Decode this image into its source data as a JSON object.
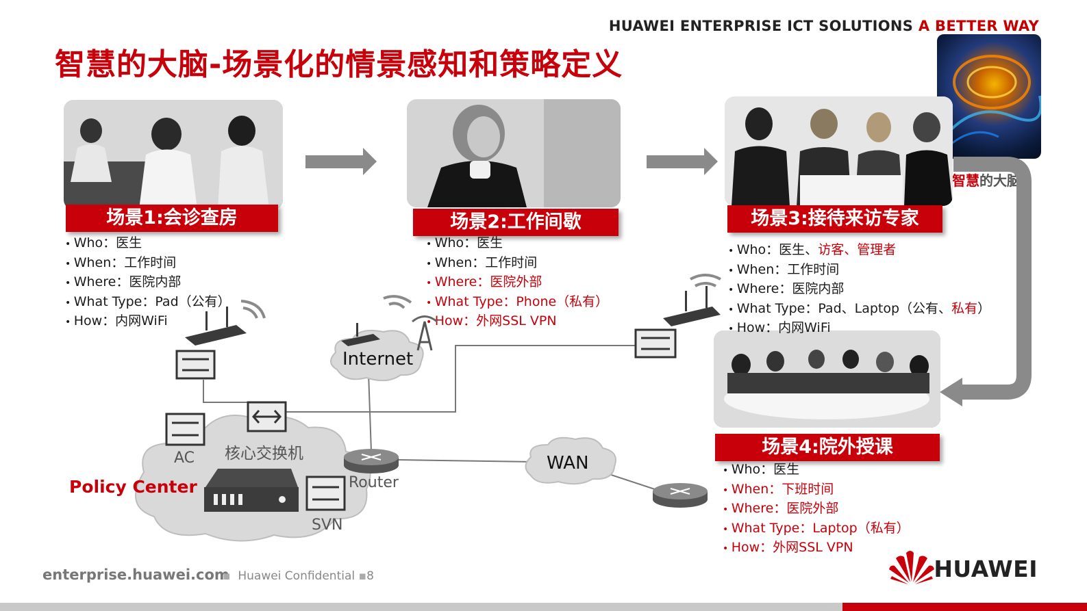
{
  "header": {
    "brand_main": "HUAWEI ENTERPRISE ICT SOLUTIONS",
    "brand_accent": "A BETTER WAY",
    "title": "智慧的大脑-场景化的情景感知和策略定义",
    "brain_caption_red": "智慧",
    "brain_caption_rest": "的大脑"
  },
  "scenes": [
    {
      "title": "场景1:会诊查房",
      "items": [
        "Who：医生",
        "When：工作时间",
        "Where：医院内部",
        "What Type：Pad（公有）",
        "How：内网WiFi"
      ],
      "highlight": [
        false,
        false,
        false,
        false,
        false
      ]
    },
    {
      "title": "场景2:工作间歇",
      "items": [
        "Who：医生",
        "When：工作时间",
        "Where：医院外部",
        "What Type：Phone（私有）",
        "How：外网SSL VPN"
      ],
      "highlight": [
        false,
        false,
        true,
        true,
        true
      ]
    },
    {
      "title": "场景3:接待来访专家",
      "items_who_prefix": "Who：医生、",
      "items_who_red": "访客、管理者",
      "items": [
        "When：工作时间",
        "Where：医院内部"
      ],
      "what_prefix": "What Type：Pad、Laptop（公有、",
      "what_red": "私有",
      "what_suffix": "）",
      "how": "How：内网WiFi"
    },
    {
      "title": "场景4:院外授课",
      "items": [
        "Who：医生",
        "When：下班时间",
        "Where：医院外部",
        "What Type：Laptop（私有）",
        "How：外网SSL VPN"
      ],
      "highlight": [
        false,
        true,
        true,
        true,
        true
      ]
    }
  ],
  "network": {
    "internet": "Internet",
    "wan": "WAN",
    "core_switch": "核心交换机",
    "ac": "AC",
    "router": "Router",
    "svn": "SVN",
    "policy_center": "Policy Center"
  },
  "footer": {
    "url": "enterprise.huawei.com",
    "confidential": "Huawei Confidential",
    "page": "8",
    "logo": "HUAWEI"
  },
  "colors": {
    "accent_red": "#c8000a",
    "arrow_grey": "#8a8a8a",
    "cloud_grey": "#d8d8d8"
  }
}
